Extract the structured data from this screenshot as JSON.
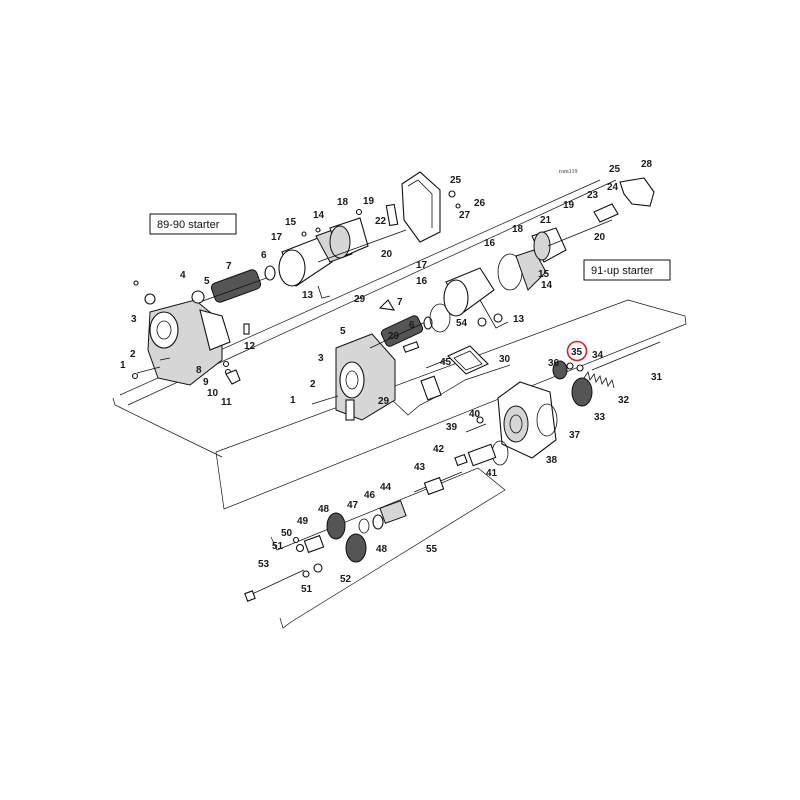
{
  "diagram": {
    "reference_code": "rom119",
    "label_89_90": "89-90 starter",
    "label_91_up": "91-up starter",
    "highlight_color": "#e0201b",
    "highlighted_callout": "35",
    "callouts": [
      {
        "id": "c28",
        "text": "28"
      },
      {
        "id": "c25r",
        "text": "25"
      },
      {
        "id": "c24r",
        "text": "24"
      },
      {
        "id": "c23",
        "text": "23"
      },
      {
        "id": "c25l",
        "text": "25"
      },
      {
        "id": "c26",
        "text": "26"
      },
      {
        "id": "c27",
        "text": "27"
      },
      {
        "id": "c19l",
        "text": "19"
      },
      {
        "id": "c18l",
        "text": "18"
      },
      {
        "id": "c14l",
        "text": "14"
      },
      {
        "id": "c15l",
        "text": "15"
      },
      {
        "id": "c22",
        "text": "22"
      },
      {
        "id": "c17l",
        "text": "17"
      },
      {
        "id": "c20l",
        "text": "20"
      },
      {
        "id": "c6l",
        "text": "6"
      },
      {
        "id": "c7l",
        "text": "7"
      },
      {
        "id": "c4",
        "text": "4"
      },
      {
        "id": "c5l",
        "text": "5"
      },
      {
        "id": "c3l",
        "text": "3"
      },
      {
        "id": "c13l",
        "text": "13"
      },
      {
        "id": "c12",
        "text": "12"
      },
      {
        "id": "c2l",
        "text": "2"
      },
      {
        "id": "c1l",
        "text": "1"
      },
      {
        "id": "c8",
        "text": "8"
      },
      {
        "id": "c9",
        "text": "9"
      },
      {
        "id": "c10",
        "text": "10"
      },
      {
        "id": "c11",
        "text": "11"
      },
      {
        "id": "c21",
        "text": "21"
      },
      {
        "id": "c19r",
        "text": "19"
      },
      {
        "id": "c18r",
        "text": "18"
      },
      {
        "id": "c20r",
        "text": "20"
      },
      {
        "id": "c16a",
        "text": "16"
      },
      {
        "id": "c17r",
        "text": "17"
      },
      {
        "id": "c16b",
        "text": "16"
      },
      {
        "id": "c15r",
        "text": "15"
      },
      {
        "id": "c14r",
        "text": "14"
      },
      {
        "id": "c29a",
        "text": "29"
      },
      {
        "id": "c7r",
        "text": "7"
      },
      {
        "id": "c5r",
        "text": "5"
      },
      {
        "id": "c29b",
        "text": "29"
      },
      {
        "id": "c6r",
        "text": "6"
      },
      {
        "id": "c54",
        "text": "54"
      },
      {
        "id": "c13r",
        "text": "13"
      },
      {
        "id": "c45",
        "text": "45"
      },
      {
        "id": "c3r",
        "text": "3"
      },
      {
        "id": "c30",
        "text": "30"
      },
      {
        "id": "c2r",
        "text": "2"
      },
      {
        "id": "c1r",
        "text": "1"
      },
      {
        "id": "c29c",
        "text": "29"
      },
      {
        "id": "c35",
        "text": "35"
      },
      {
        "id": "c34",
        "text": "34"
      },
      {
        "id": "c36",
        "text": "36"
      },
      {
        "id": "c31",
        "text": "31"
      },
      {
        "id": "c32",
        "text": "32"
      },
      {
        "id": "c33",
        "text": "33"
      },
      {
        "id": "c37",
        "text": "37"
      },
      {
        "id": "c40",
        "text": "40"
      },
      {
        "id": "c39",
        "text": "39"
      },
      {
        "id": "c42",
        "text": "42"
      },
      {
        "id": "c38",
        "text": "38"
      },
      {
        "id": "c43",
        "text": "43"
      },
      {
        "id": "c41",
        "text": "41"
      },
      {
        "id": "c44",
        "text": "44"
      },
      {
        "id": "c46",
        "text": "46"
      },
      {
        "id": "c47",
        "text": "47"
      },
      {
        "id": "c48a",
        "text": "48"
      },
      {
        "id": "c49",
        "text": "49"
      },
      {
        "id": "c50",
        "text": "50"
      },
      {
        "id": "c51a",
        "text": "51"
      },
      {
        "id": "c48b",
        "text": "48"
      },
      {
        "id": "c55",
        "text": "55"
      },
      {
        "id": "c53",
        "text": "53"
      },
      {
        "id": "c52",
        "text": "52"
      },
      {
        "id": "c51b",
        "text": "51"
      }
    ]
  }
}
